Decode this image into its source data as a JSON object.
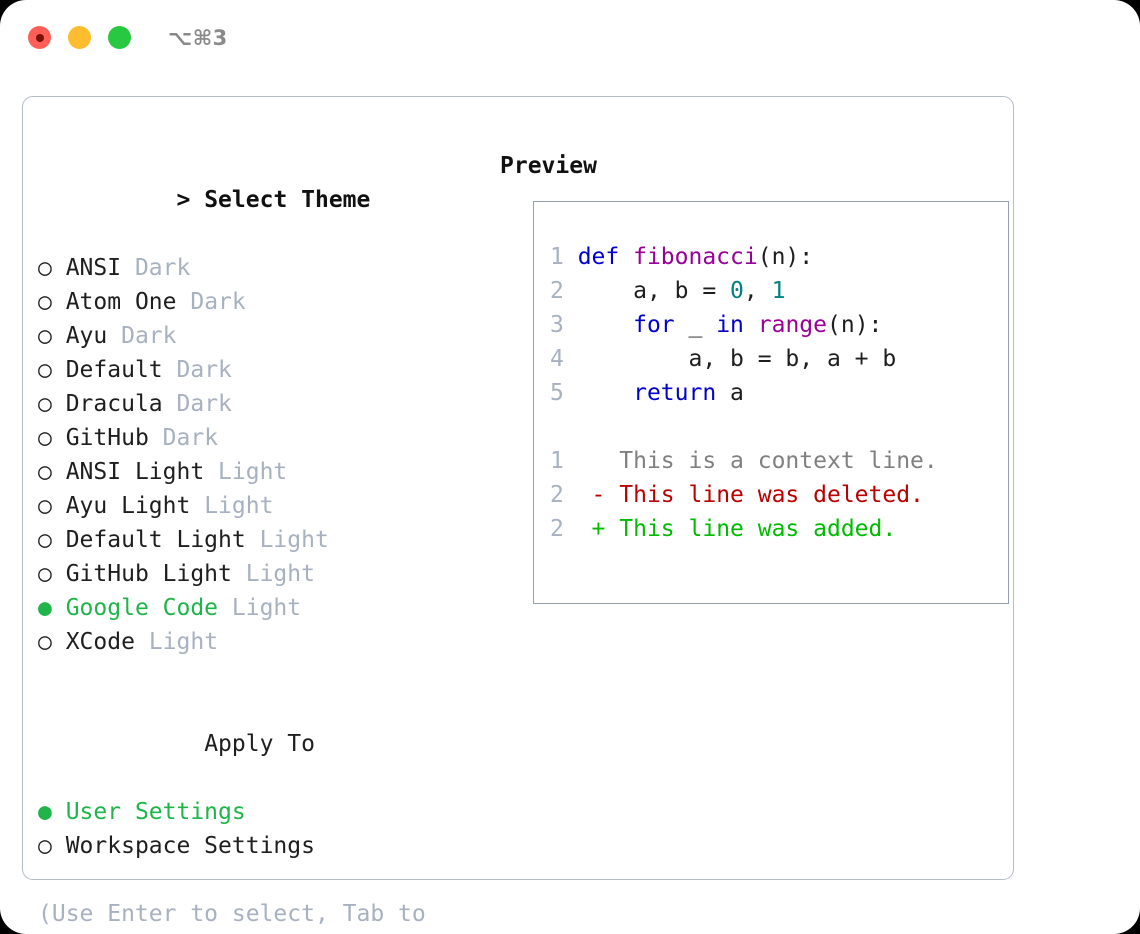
{
  "window": {
    "shortcut_label": "⌥⌘3",
    "traffic_lights": [
      "close",
      "minimize",
      "maximize"
    ]
  },
  "theme_picker": {
    "header": {
      "caret": ">",
      "title": "Select Theme"
    },
    "themes": [
      {
        "bullet": "○",
        "name": "ANSI",
        "tag": "Dark",
        "selected": false
      },
      {
        "bullet": "○",
        "name": "Atom One",
        "tag": "Dark",
        "selected": false
      },
      {
        "bullet": "○",
        "name": "Ayu",
        "tag": "Dark",
        "selected": false
      },
      {
        "bullet": "○",
        "name": "Default",
        "tag": "Dark",
        "selected": false
      },
      {
        "bullet": "○",
        "name": "Dracula",
        "tag": "Dark",
        "selected": false
      },
      {
        "bullet": "○",
        "name": "GitHub",
        "tag": "Dark",
        "selected": false
      },
      {
        "bullet": "○",
        "name": "ANSI Light",
        "tag": "Light",
        "selected": false
      },
      {
        "bullet": "○",
        "name": "Ayu Light",
        "tag": "Light",
        "selected": false
      },
      {
        "bullet": "○",
        "name": "Default Light",
        "tag": "Light",
        "selected": false
      },
      {
        "bullet": "○",
        "name": "GitHub Light",
        "tag": "Light",
        "selected": false
      },
      {
        "bullet": "●",
        "name": "Google Code",
        "tag": "Light",
        "selected": true
      },
      {
        "bullet": "○",
        "name": "XCode",
        "tag": "Light",
        "selected": false
      }
    ],
    "apply_to": {
      "title": "Apply To",
      "options": [
        {
          "bullet": "●",
          "label": "User Settings",
          "selected": true
        },
        {
          "bullet": "○",
          "label": "Workspace Settings",
          "selected": false
        }
      ]
    },
    "hint": "(Use Enter to select, Tab to change focus)"
  },
  "preview": {
    "title": "Preview",
    "code_lines": [
      {
        "num": "1",
        "tokens": [
          {
            "t": "def ",
            "c": "kw"
          },
          {
            "t": "fibonacci",
            "c": "fn"
          },
          {
            "t": "(n):",
            "c": "pln"
          }
        ]
      },
      {
        "num": "2",
        "tokens": [
          {
            "t": "    a, b = ",
            "c": "pln"
          },
          {
            "t": "0",
            "c": "num"
          },
          {
            "t": ", ",
            "c": "pln"
          },
          {
            "t": "1",
            "c": "num"
          }
        ]
      },
      {
        "num": "3",
        "tokens": [
          {
            "t": "    ",
            "c": "pln"
          },
          {
            "t": "for",
            "c": "kw"
          },
          {
            "t": " _ ",
            "c": "pln"
          },
          {
            "t": "in",
            "c": "kw"
          },
          {
            "t": " ",
            "c": "pln"
          },
          {
            "t": "range",
            "c": "fn"
          },
          {
            "t": "(n):",
            "c": "pln"
          }
        ]
      },
      {
        "num": "4",
        "tokens": [
          {
            "t": "        a, b = b, a + b",
            "c": "pln"
          }
        ]
      },
      {
        "num": "5",
        "tokens": [
          {
            "t": "    ",
            "c": "pln"
          },
          {
            "t": "return",
            "c": "kw"
          },
          {
            "t": " a",
            "c": "pln"
          }
        ]
      }
    ],
    "diff_lines": [
      {
        "num": "1",
        "marker": " ",
        "text": "This is a context line.",
        "kind": "ctx"
      },
      {
        "num": "2",
        "marker": "-",
        "text": "This line was deleted.",
        "kind": "del"
      },
      {
        "num": "2",
        "marker": "+",
        "text": "This line was added.",
        "kind": "add"
      }
    ]
  },
  "colors": {
    "selection_green": "#1fb54a",
    "tag_gray": "#a7b1c0",
    "keyword_blue": "#0000cc",
    "function_purple": "#990099",
    "number_teal": "#008080",
    "diff_deleted_red": "#bb0000",
    "diff_added_green": "#00bb00",
    "panel_border": "#b4bcc8",
    "preview_border": "#94a0b2"
  }
}
